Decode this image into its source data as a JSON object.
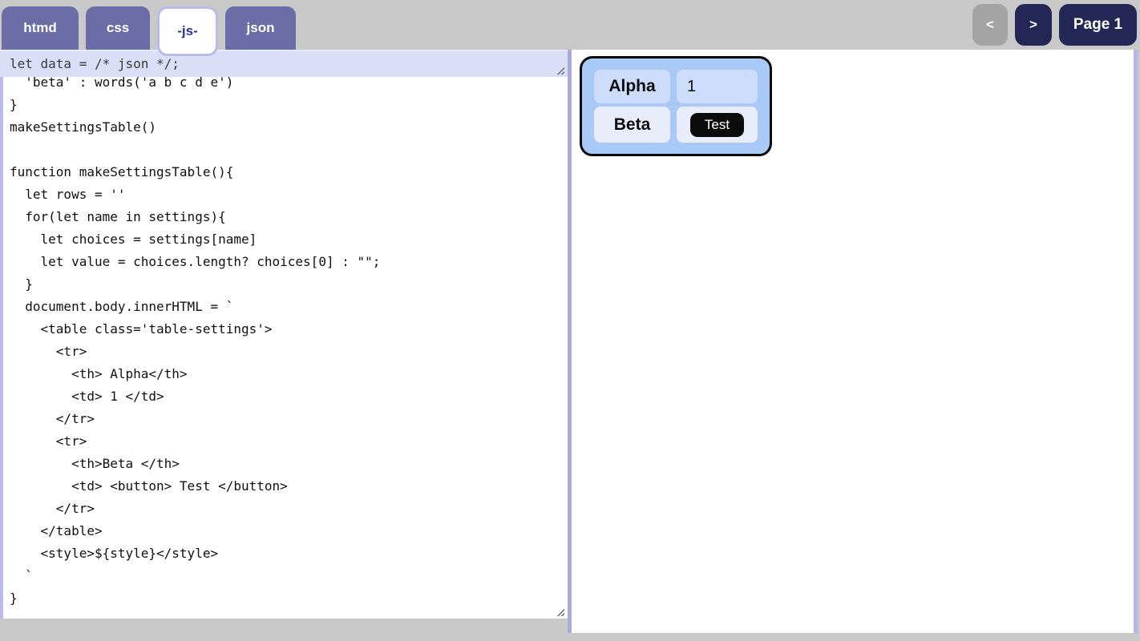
{
  "tabs": [
    {
      "label": "htmd",
      "active": false
    },
    {
      "label": "css",
      "active": false
    },
    {
      "label": "-js-",
      "active": true
    },
    {
      "label": "json",
      "active": false
    }
  ],
  "nav": {
    "prev_label": "<",
    "next_label": ">",
    "page_label": "Page 1"
  },
  "editor": {
    "header_line": "let data = /* json */;",
    "code": "  'beta' : words('a b c d e')\n}\nmakeSettingsTable()\n\nfunction makeSettingsTable(){\n  let rows = ''\n  for(let name in settings){\n    let choices = settings[name]\n    let value = choices.length? choices[0] : \"\";\n  }\n  document.body.innerHTML = `\n    <table class='table-settings'>\n      <tr>\n        <th> Alpha</th>\n        <td> 1 </td>\n      </tr>\n      <tr>\n        <th>Beta </th>\n        <td> <button> Test </button>\n      </tr>\n    </table>\n    <style>${style}</style>\n  `\n}"
  },
  "preview": {
    "rows": [
      {
        "header": "Alpha",
        "value": "1",
        "value_type": "text"
      },
      {
        "header": "Beta",
        "value": "Test",
        "value_type": "button"
      }
    ]
  },
  "colors": {
    "page_bg": "#c9c9c9",
    "tab_inactive_bg": "#6a6da6",
    "tab_active_text": "#2f3190",
    "tab_active_border": "#b9bce8",
    "nav_button_bg": "#232755",
    "nav_prev_disabled_bg": "#a4a4a4",
    "editor_header_bg": "#dadef6",
    "panel_border_left": "#a9abd9",
    "panel_border_right": "#b5b8e6",
    "card_bg": "#a9c9f7",
    "card_border": "#0a0a0a",
    "row_odd_cell_bg": "#cddcfa",
    "row_even_cell_bg": "#e9ecfb",
    "test_button_bg": "#0c0c0c"
  }
}
